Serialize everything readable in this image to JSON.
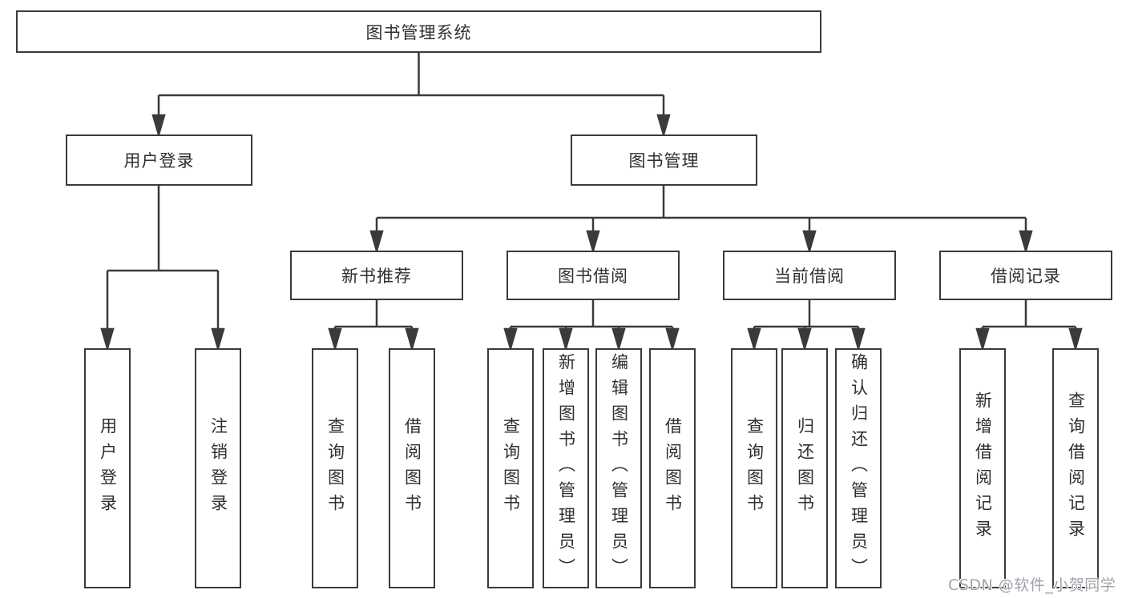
{
  "diagram_title": "图书管理系统",
  "tree": {
    "label": "图书管理系统",
    "children": [
      {
        "label": "用户登录",
        "children": [
          {
            "label": "用户登录"
          },
          {
            "label": "注销登录"
          }
        ]
      },
      {
        "label": "图书管理",
        "children": [
          {
            "label": "新书推荐",
            "children": [
              {
                "label": "查询图书"
              },
              {
                "label": "借阅图书"
              }
            ]
          },
          {
            "label": "图书借阅",
            "children": [
              {
                "label": "查询图书"
              },
              {
                "label": "新增图书（管理员）"
              },
              {
                "label": "编辑图书（管理员）"
              },
              {
                "label": "借阅图书"
              }
            ]
          },
          {
            "label": "当前借阅",
            "children": [
              {
                "label": "查询图书"
              },
              {
                "label": "归还图书"
              },
              {
                "label": "确认归还（管理员）"
              }
            ]
          },
          {
            "label": "借阅记录",
            "children": [
              {
                "label": "新增借阅记录"
              },
              {
                "label": "查询借阅记录"
              }
            ]
          }
        ]
      }
    ]
  },
  "watermark": {
    "text": "CSDN @软件_小贺同学",
    "color": "#9fa3a9"
  },
  "colors": {
    "line": "#3a3a3a",
    "box_border": "#3a3a3a",
    "text": "#2f2f2f",
    "background": "#ffffff"
  }
}
